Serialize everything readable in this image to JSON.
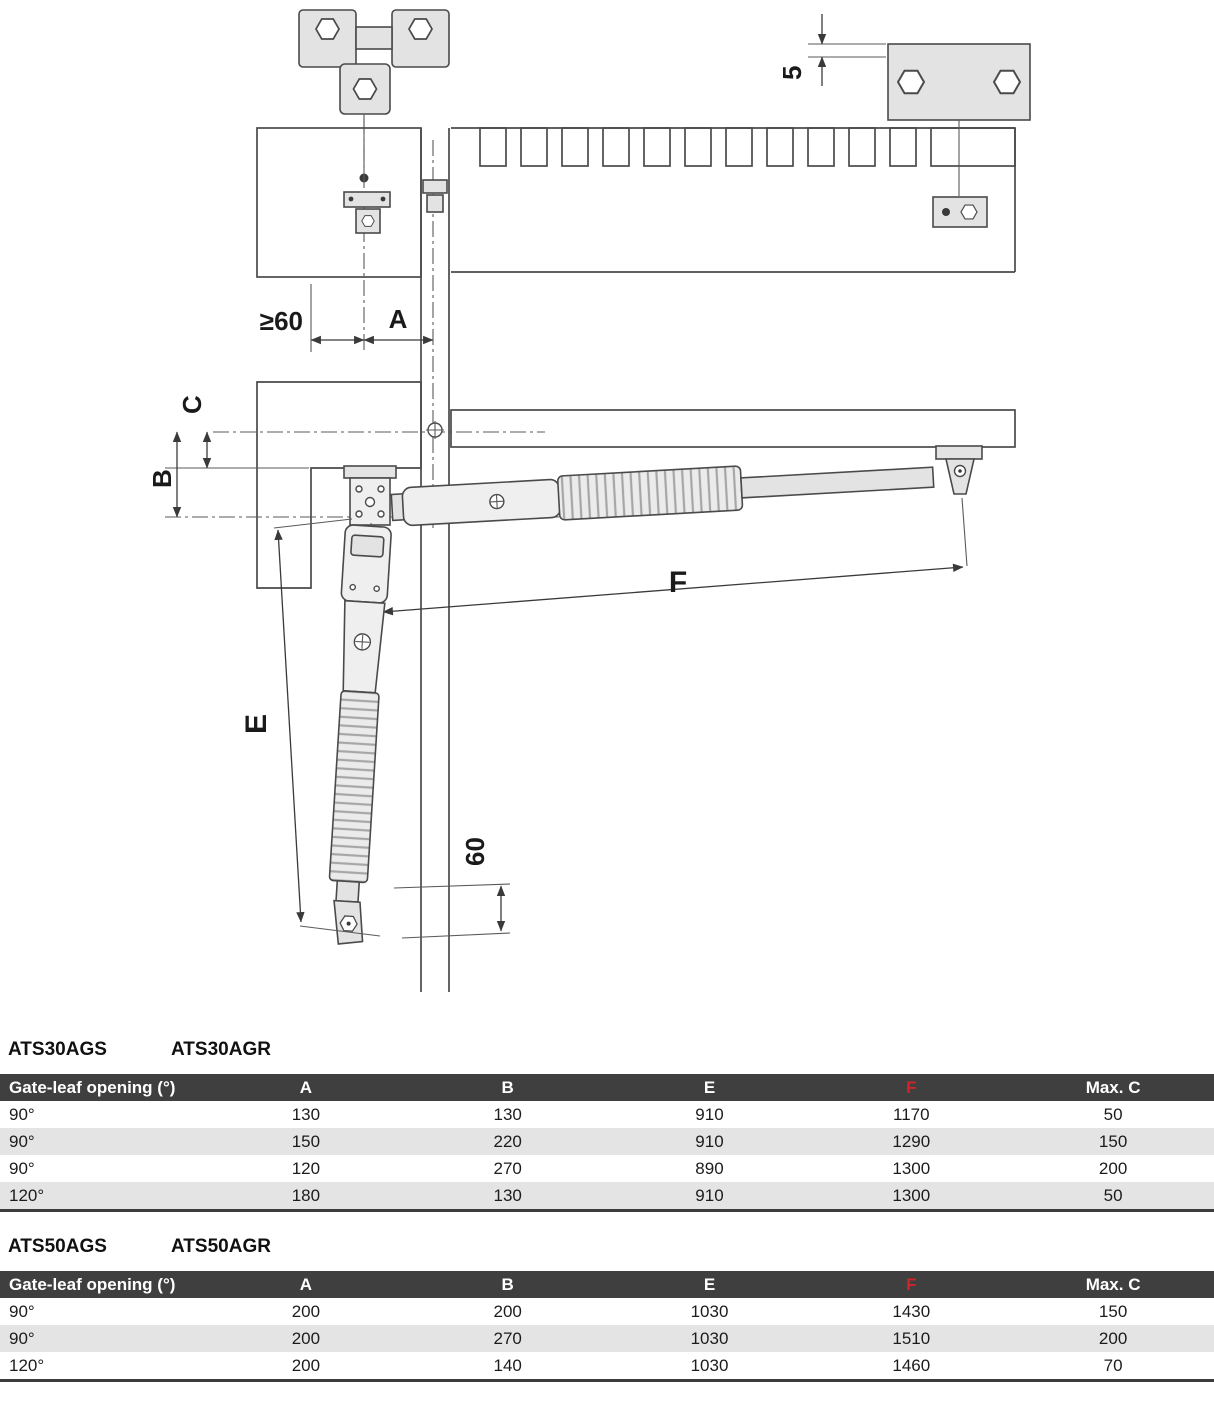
{
  "diagram": {
    "labels": {
      "five": "5",
      "min60": "≥60",
      "a": "A",
      "c": "C",
      "b": "B",
      "f": "F",
      "e": "E",
      "sixty": "60"
    }
  },
  "sections": [
    {
      "models": [
        "ATS30AGS",
        "ATS30AGR"
      ],
      "table": {
        "headers": [
          {
            "label": "Gate-leaf opening (°)"
          },
          {
            "label": "A"
          },
          {
            "label": "B"
          },
          {
            "label": "E"
          },
          {
            "label": "F",
            "accent": true
          },
          {
            "label": "Max. C"
          }
        ],
        "rows": [
          [
            "90°",
            "130",
            "130",
            "910",
            "1170",
            "50"
          ],
          [
            "90°",
            "150",
            "220",
            "910",
            "1290",
            "150"
          ],
          [
            "90°",
            "120",
            "270",
            "890",
            "1300",
            "200"
          ],
          [
            "120°",
            "180",
            "130",
            "910",
            "1300",
            "50"
          ]
        ]
      }
    },
    {
      "models": [
        "ATS50AGS",
        "ATS50AGR"
      ],
      "table": {
        "headers": [
          {
            "label": "Gate-leaf opening (°)"
          },
          {
            "label": "A"
          },
          {
            "label": "B"
          },
          {
            "label": "E"
          },
          {
            "label": "F",
            "accent": true
          },
          {
            "label": "Max. C"
          }
        ],
        "rows": [
          [
            "90°",
            "200",
            "200",
            "1030",
            "1430",
            "150"
          ],
          [
            "90°",
            "200",
            "270",
            "1030",
            "1510",
            "200"
          ],
          [
            "120°",
            "200",
            "140",
            "1030",
            "1460",
            "70"
          ]
        ]
      }
    }
  ],
  "colors": {
    "table_header_bg": "#3f3f3f",
    "table_header_text": "#ffffff",
    "f_column_red": "#d2232a",
    "row_alt_bg": "#e4e4e4",
    "line": "#4a4a4a"
  }
}
